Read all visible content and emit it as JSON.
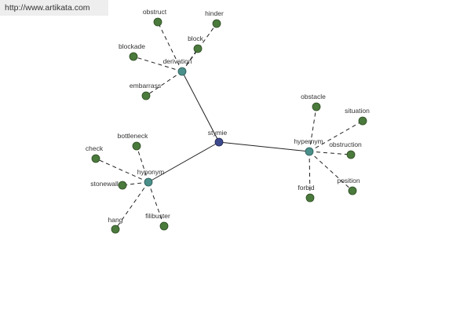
{
  "banner": {
    "url": "http://www.artikata.com"
  },
  "graph": {
    "colors": {
      "root": "#3d4a8c",
      "relation": "#4a8f8a",
      "leaf": "#4a7a3c",
      "line": "#222222"
    },
    "root": {
      "label": "stymie"
    },
    "relations": [
      {
        "label": "derivation",
        "leaves": [
          "obstruct",
          "hinder",
          "block",
          "blockade",
          "embarrass"
        ]
      },
      {
        "label": "hypernym",
        "leaves": [
          "obstacle",
          "situation",
          "obstruction",
          "forbid",
          "position"
        ]
      },
      {
        "label": "hyponym",
        "leaves": [
          "bottleneck",
          "check",
          "stonewall",
          "hang",
          "filibuster"
        ]
      }
    ]
  }
}
